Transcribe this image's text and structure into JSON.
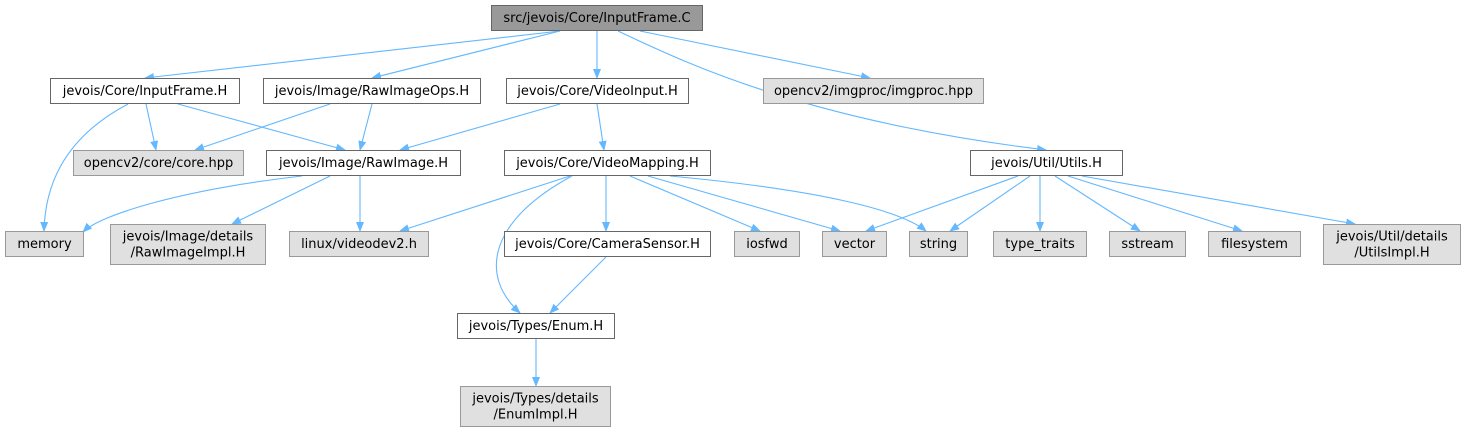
{
  "diagram": {
    "colors": {
      "edge": "#63b8ff",
      "self_node_fill": "#999999",
      "documented_node_fill": "#ffffff",
      "external_node_fill": "#e0e0e0",
      "node_border": "#666666"
    },
    "nodes": [
      {
        "id": "inputframe_c",
        "kind": "self",
        "lines": [
          "src/jevois/Core/InputFrame.C"
        ]
      },
      {
        "id": "inputframe_h",
        "kind": "doc",
        "lines": [
          "jevois/Core/InputFrame.H"
        ]
      },
      {
        "id": "rawimageops_h",
        "kind": "doc",
        "lines": [
          "jevois/Image/RawImageOps.H"
        ]
      },
      {
        "id": "videoinput_h",
        "kind": "doc",
        "lines": [
          "jevois/Core/VideoInput.H"
        ]
      },
      {
        "id": "imgproc_hpp",
        "kind": "ext",
        "lines": [
          "opencv2/imgproc/imgproc.hpp"
        ]
      },
      {
        "id": "core_hpp",
        "kind": "ext",
        "lines": [
          "opencv2/core/core.hpp"
        ]
      },
      {
        "id": "rawimage_h",
        "kind": "doc",
        "lines": [
          "jevois/Image/RawImage.H"
        ]
      },
      {
        "id": "videomapping_h",
        "kind": "doc",
        "lines": [
          "jevois/Core/VideoMapping.H"
        ]
      },
      {
        "id": "utils_h",
        "kind": "doc",
        "lines": [
          "jevois/Util/Utils.H"
        ]
      },
      {
        "id": "memory",
        "kind": "ext",
        "lines": [
          "memory"
        ]
      },
      {
        "id": "rawimageimpl_h",
        "kind": "ext",
        "lines": [
          "jevois/Image/details",
          "/RawImageImpl.H"
        ]
      },
      {
        "id": "videodev2_h",
        "kind": "ext",
        "lines": [
          "linux/videodev2.h"
        ]
      },
      {
        "id": "camerasensor_h",
        "kind": "doc",
        "lines": [
          "jevois/Core/CameraSensor.H"
        ]
      },
      {
        "id": "iosfwd",
        "kind": "ext",
        "lines": [
          "iosfwd"
        ]
      },
      {
        "id": "vector",
        "kind": "ext",
        "lines": [
          "vector"
        ]
      },
      {
        "id": "string",
        "kind": "ext",
        "lines": [
          "string"
        ]
      },
      {
        "id": "type_traits",
        "kind": "ext",
        "lines": [
          "type_traits"
        ]
      },
      {
        "id": "sstream",
        "kind": "ext",
        "lines": [
          "sstream"
        ]
      },
      {
        "id": "filesystem",
        "kind": "ext",
        "lines": [
          "filesystem"
        ]
      },
      {
        "id": "utilsimpl_h",
        "kind": "ext",
        "lines": [
          "jevois/Util/details",
          "/UtilsImpl.H"
        ]
      },
      {
        "id": "enum_h",
        "kind": "doc",
        "lines": [
          "jevois/Types/Enum.H"
        ]
      },
      {
        "id": "enumimpl_h",
        "kind": "ext",
        "lines": [
          "jevois/Types/details",
          "/EnumImpl.H"
        ]
      }
    ],
    "edges": [
      {
        "from": "inputframe_c",
        "to": "inputframe_h"
      },
      {
        "from": "inputframe_c",
        "to": "rawimageops_h"
      },
      {
        "from": "inputframe_c",
        "to": "videoinput_h"
      },
      {
        "from": "inputframe_c",
        "to": "imgproc_hpp"
      },
      {
        "from": "inputframe_c",
        "to": "utils_h"
      },
      {
        "from": "inputframe_h",
        "to": "memory"
      },
      {
        "from": "inputframe_h",
        "to": "core_hpp"
      },
      {
        "from": "inputframe_h",
        "to": "rawimage_h"
      },
      {
        "from": "rawimageops_h",
        "to": "core_hpp"
      },
      {
        "from": "rawimageops_h",
        "to": "rawimage_h"
      },
      {
        "from": "videoinput_h",
        "to": "rawimage_h"
      },
      {
        "from": "videoinput_h",
        "to": "videomapping_h"
      },
      {
        "from": "rawimage_h",
        "to": "memory"
      },
      {
        "from": "rawimage_h",
        "to": "rawimageimpl_h"
      },
      {
        "from": "rawimage_h",
        "to": "videodev2_h"
      },
      {
        "from": "videomapping_h",
        "to": "videodev2_h"
      },
      {
        "from": "videomapping_h",
        "to": "enum_h"
      },
      {
        "from": "videomapping_h",
        "to": "camerasensor_h"
      },
      {
        "from": "videomapping_h",
        "to": "iosfwd"
      },
      {
        "from": "videomapping_h",
        "to": "vector"
      },
      {
        "from": "videomapping_h",
        "to": "string"
      },
      {
        "from": "camerasensor_h",
        "to": "enum_h"
      },
      {
        "from": "utils_h",
        "to": "vector"
      },
      {
        "from": "utils_h",
        "to": "string"
      },
      {
        "from": "utils_h",
        "to": "type_traits"
      },
      {
        "from": "utils_h",
        "to": "sstream"
      },
      {
        "from": "utils_h",
        "to": "filesystem"
      },
      {
        "from": "utils_h",
        "to": "utilsimpl_h"
      },
      {
        "from": "enum_h",
        "to": "enumimpl_h"
      }
    ]
  }
}
